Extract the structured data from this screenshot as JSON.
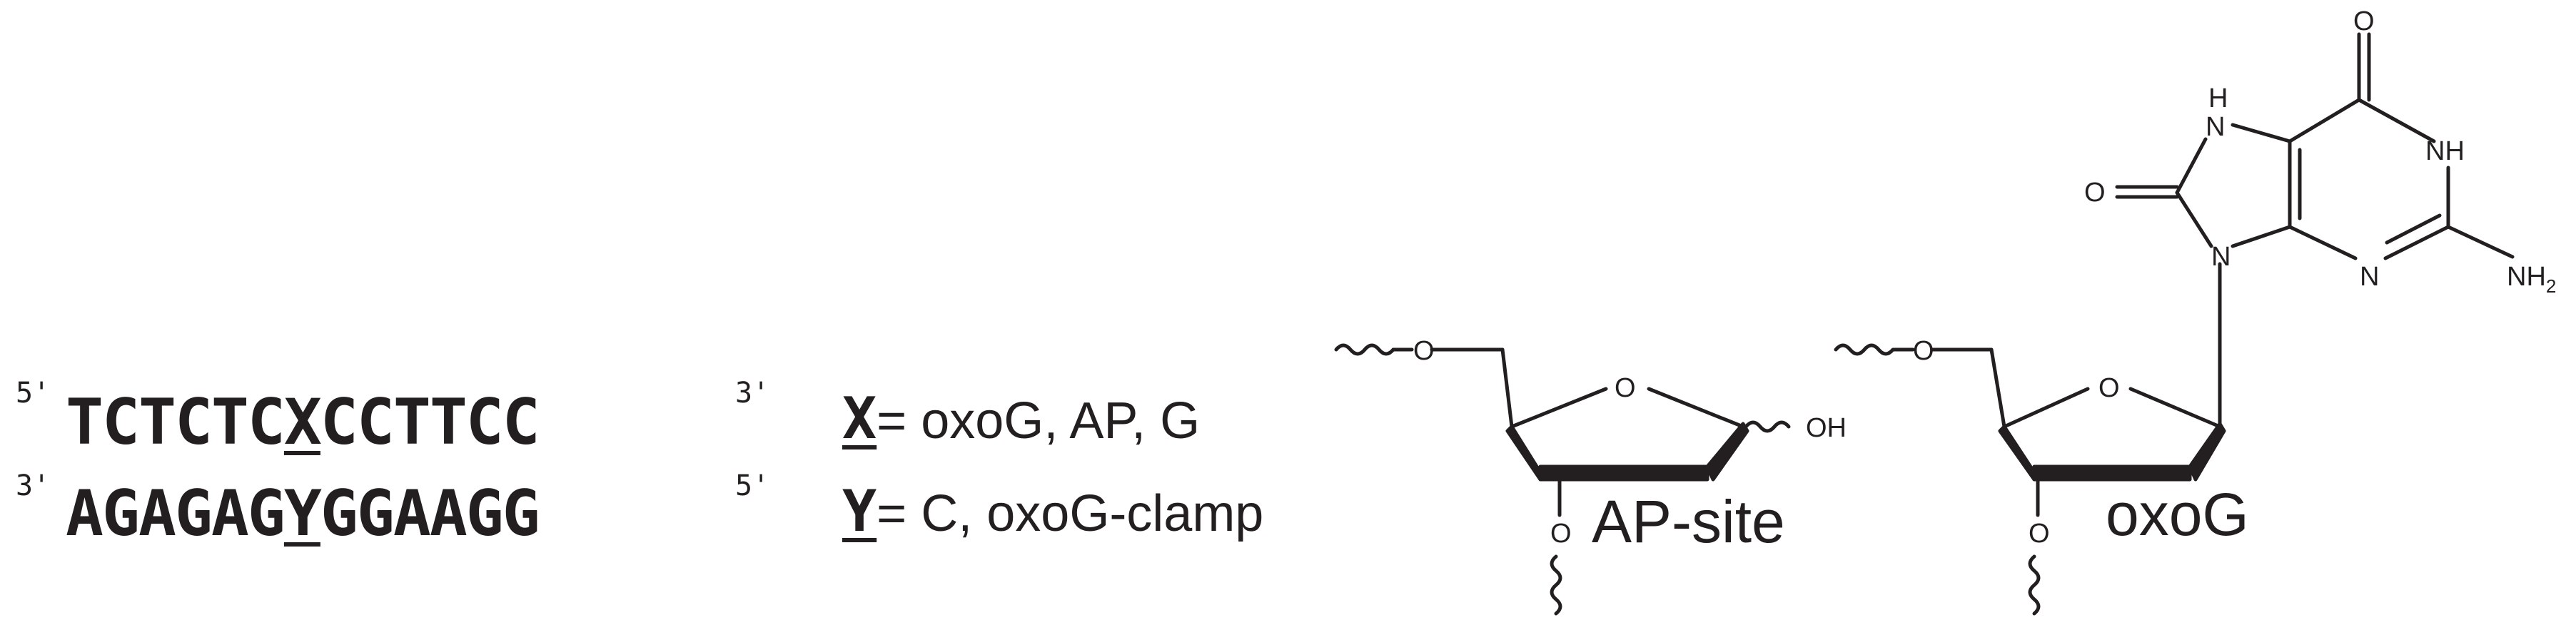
{
  "strand_top": {
    "prime_5": "5'",
    "seq_before": "TCTCTC",
    "variable": "X",
    "seq_after": "CCTTCC",
    "prime_3": "3'"
  },
  "strand_bottom": {
    "prime_3": "3'",
    "seq_before": "AGAGAG",
    "variable": "Y",
    "seq_after": "GGAAGG",
    "prime_5": "5'"
  },
  "legend": {
    "x_symbol": "X",
    "x_text": "= oxoG, AP, G",
    "y_symbol": "Y",
    "y_text": "=  C, oxoG-clamp"
  },
  "ap_site": {
    "label": "AP-site",
    "o5": "O",
    "ring_o": "O",
    "oh": "OH",
    "o3": "O"
  },
  "oxog": {
    "label": "oxoG",
    "o5": "O",
    "ring_o": "O",
    "o3": "O",
    "nh_top": "H",
    "nh_top_n": "N",
    "carbonyl_o_top": "O",
    "nh_right": "NH",
    "carbonyl_o_left": "O",
    "n9": "N",
    "n3": "N",
    "nh2": "NH",
    "nh2_sub": "2"
  }
}
